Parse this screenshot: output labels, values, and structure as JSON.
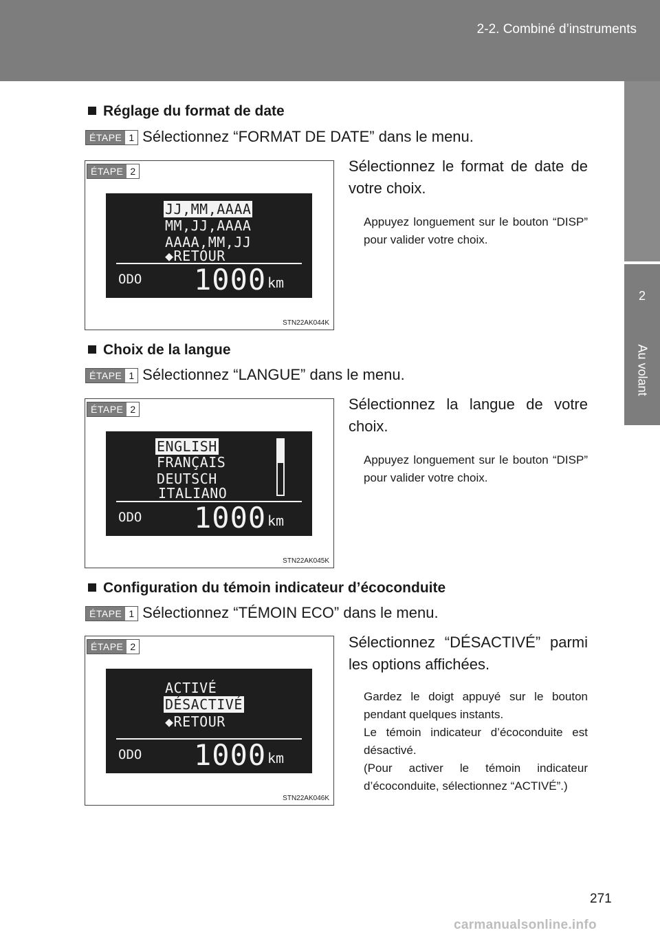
{
  "header": {
    "title": "2-2. Combiné d’instruments"
  },
  "side_tab": {
    "number": "2",
    "label": "Au volant"
  },
  "step_word": "ÉTAPE",
  "sections": [
    {
      "title": "Réglage du format de date",
      "step1_text": "Sélectionnez “FORMAT DE DATE” dans le menu.",
      "step2_text": "Sélectionnez le format de date de votre choix.",
      "note": "Appuyez longuement sur le bouton “DISP” pour valider votre choix.",
      "figure": {
        "code": "STN22AK044K",
        "options": [
          "JJ,MM,AAAA",
          "MM,JJ,AAAA",
          "AAAA,MM,JJ",
          "◆RETOUR"
        ],
        "odo_label": "ODO",
        "odo_value": "1000",
        "odo_unit": "km"
      }
    },
    {
      "title": "Choix de la langue",
      "step1_text": "Sélectionnez “LANGUE” dans le menu.",
      "step2_text": "Sélectionnez la langue de votre choix.",
      "note": "Appuyez longuement sur le bouton “DISP” pour valider votre choix.",
      "figure": {
        "code": "STN22AK045K",
        "options": [
          "ENGLISH",
          "FRANÇAIS",
          "DEUTSCH",
          "ITALIANO"
        ],
        "odo_label": "ODO",
        "odo_value": "1000",
        "odo_unit": "km"
      }
    },
    {
      "title": "Configuration du témoin indicateur d’écoconduite",
      "step1_text": "Sélectionnez “TÉMOIN ECO” dans le menu.",
      "step2_text": "Sélectionnez “DÉSACTIVÉ” parmi les options affichées.",
      "note": "Gardez le doigt appuyé sur le bouton pendant quelques instants.",
      "note2": "Le témoin indicateur d’écoconduite est désactivé.",
      "note3": "(Pour activer le témoin indicateur d’écoconduite, sélectionnez “ACTIVÉ”.)",
      "figure": {
        "code": "STN22AK046K",
        "options": [
          "ACTIVÉ",
          "DÉSACTIVÉ",
          "◆RETOUR"
        ],
        "odo_label": "ODO",
        "odo_value": "1000",
        "odo_unit": "km"
      }
    }
  ],
  "page_number": "271",
  "watermark": "carmanualsonline.info"
}
